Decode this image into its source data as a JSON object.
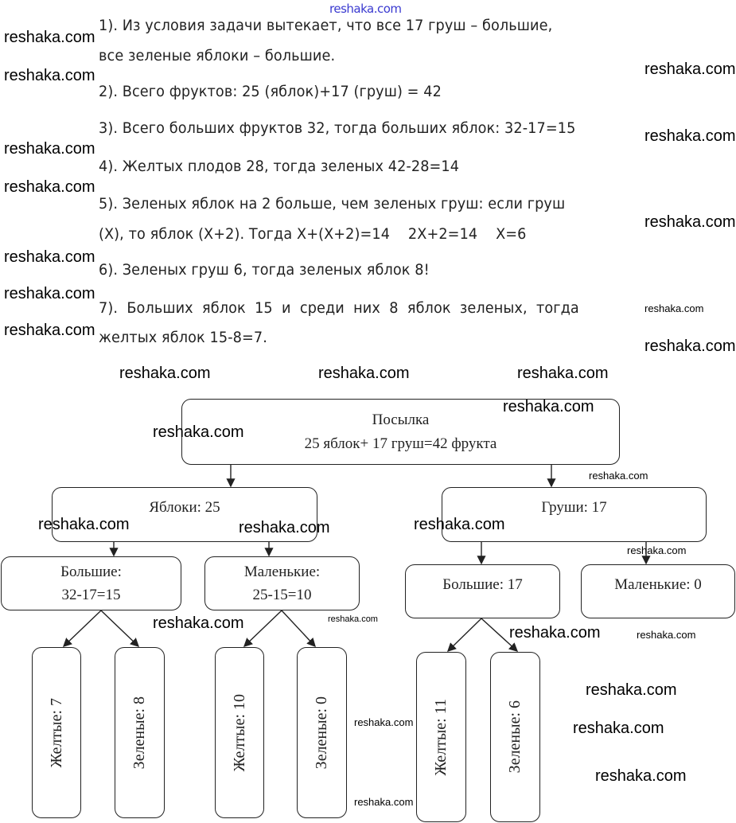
{
  "watermark": "reshaka.com",
  "solution": {
    "lines": [
      "1). Из условия задачи вытекает, что все 17 груш – большие,",
      "все зеленые яблоки – большие.",
      "2). Всего фруктов: 25 (яблок)+17 (груш) = 42",
      "3). Всего больших фруктов 32, тогда больших яблок: 32-17=15",
      "4). Желтых плодов 28, тогда зеленых 42-28=14",
      "5). Зеленых яблок на 2 больше, чем зеленых груш: если груш",
      "(Х), то яблок (Х+2). Тогда Х+(Х+2)=14    2Х+2=14    Х=6",
      "6). Зеленых груш 6, тогда зеленых яблок 8!",
      "7). Больших яблок 15 и среди них 8 яблок зеленых, тогда",
      "желтых яблок 15-8=7."
    ]
  },
  "diagram": {
    "root": {
      "title": "Посылка",
      "subtitle": "25 яблок+ 17 груш=42 фрукта"
    },
    "apples": {
      "label": "Яблоки: 25"
    },
    "pears": {
      "label": "Груши: 17"
    },
    "apples_big": {
      "title": "Большие:",
      "value": "32-17=15"
    },
    "apples_small": {
      "title": "Маленькие:",
      "value": "25-15=10"
    },
    "pears_big": {
      "label": "Большие: 17"
    },
    "pears_small": {
      "label": "Маленькие: 0"
    },
    "leaves": [
      "Желтые: 7",
      "Зеленые: 8",
      "Желтые: 10",
      "Зеленые: 0",
      "Желтые: 11",
      "Зеленые: 6"
    ]
  }
}
